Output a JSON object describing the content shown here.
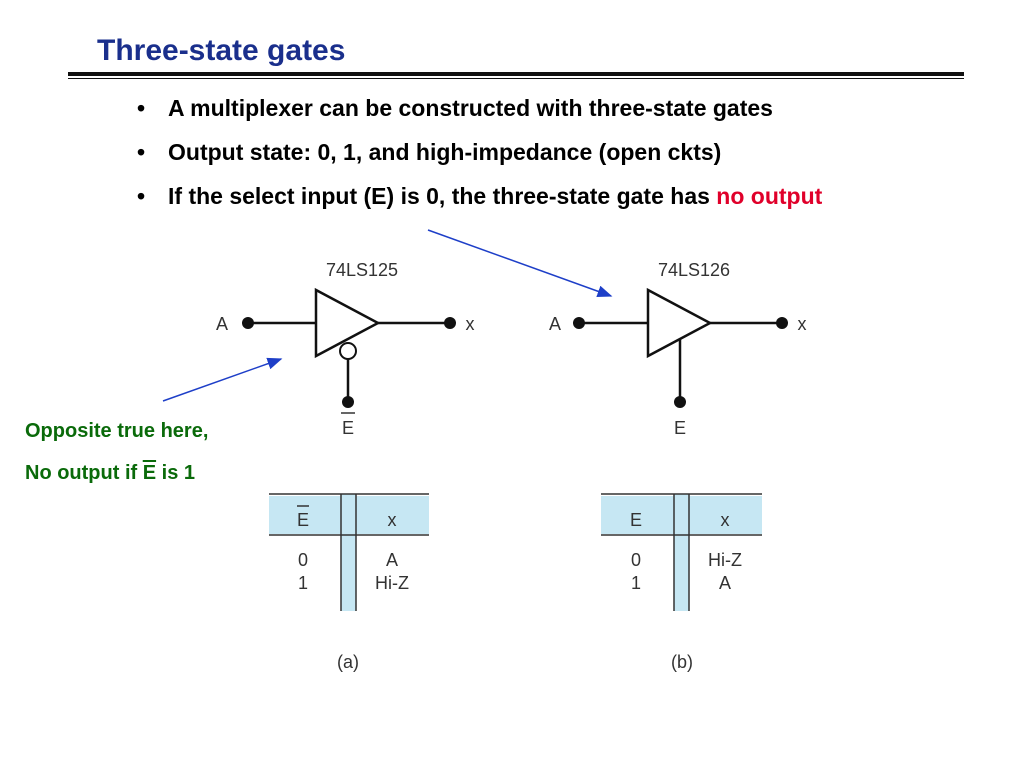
{
  "slide": {
    "title": "Three-state gates",
    "bullets": [
      {
        "text": "A multiplexer can be constructed with three-state gates"
      },
      {
        "text": "Output state: 0, 1, and high-impedance (open ckts)"
      },
      {
        "text_before": "If the select input (E) is 0, the three-state gate has ",
        "highlight": "no output"
      }
    ],
    "note": {
      "line1": "Opposite true here,",
      "line2_prefix": "No output if ",
      "line2_e": "E",
      "line2_suffix": " is 1"
    },
    "colors": {
      "title": "#1a2f8c",
      "highlight": "#e0002a",
      "note": "#0a6a0a",
      "arrow": "#1e3fc8",
      "table_header": "#c6e7f3"
    }
  },
  "diagram": {
    "gate_a": {
      "chip": "74LS125",
      "input": "A",
      "output": "x",
      "enable": "E"
    },
    "gate_b": {
      "chip": "74LS126",
      "input": "A",
      "output": "x",
      "enable": "E"
    },
    "table_a": {
      "headers": [
        "E",
        "x"
      ],
      "rows": [
        [
          "0",
          "A"
        ],
        [
          "1",
          "Hi-Z"
        ]
      ],
      "caption": "(a)"
    },
    "table_b": {
      "headers": [
        "E",
        "x"
      ],
      "rows": [
        [
          "0",
          "Hi-Z"
        ],
        [
          "1",
          "A"
        ]
      ],
      "caption": "(b)"
    }
  }
}
